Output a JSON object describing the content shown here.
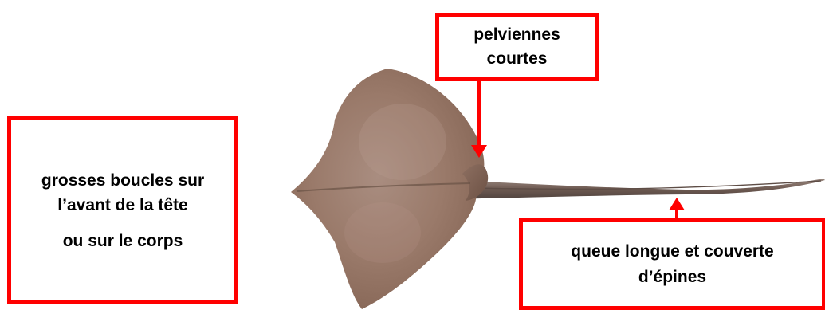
{
  "labels": {
    "head_features": {
      "line1": "grosses boucles sur l’avant de la tête",
      "line2": "ou sur le corps"
    },
    "pelvic_fins": {
      "text": "pelviennes courtes"
    },
    "tail": {
      "text": "queue longue et couverte d’épines"
    }
  },
  "colors": {
    "accent": "#ff0000",
    "body": "#9a7a6a",
    "body_shadow": "#7b5d50",
    "body_light": "#b8988a"
  }
}
